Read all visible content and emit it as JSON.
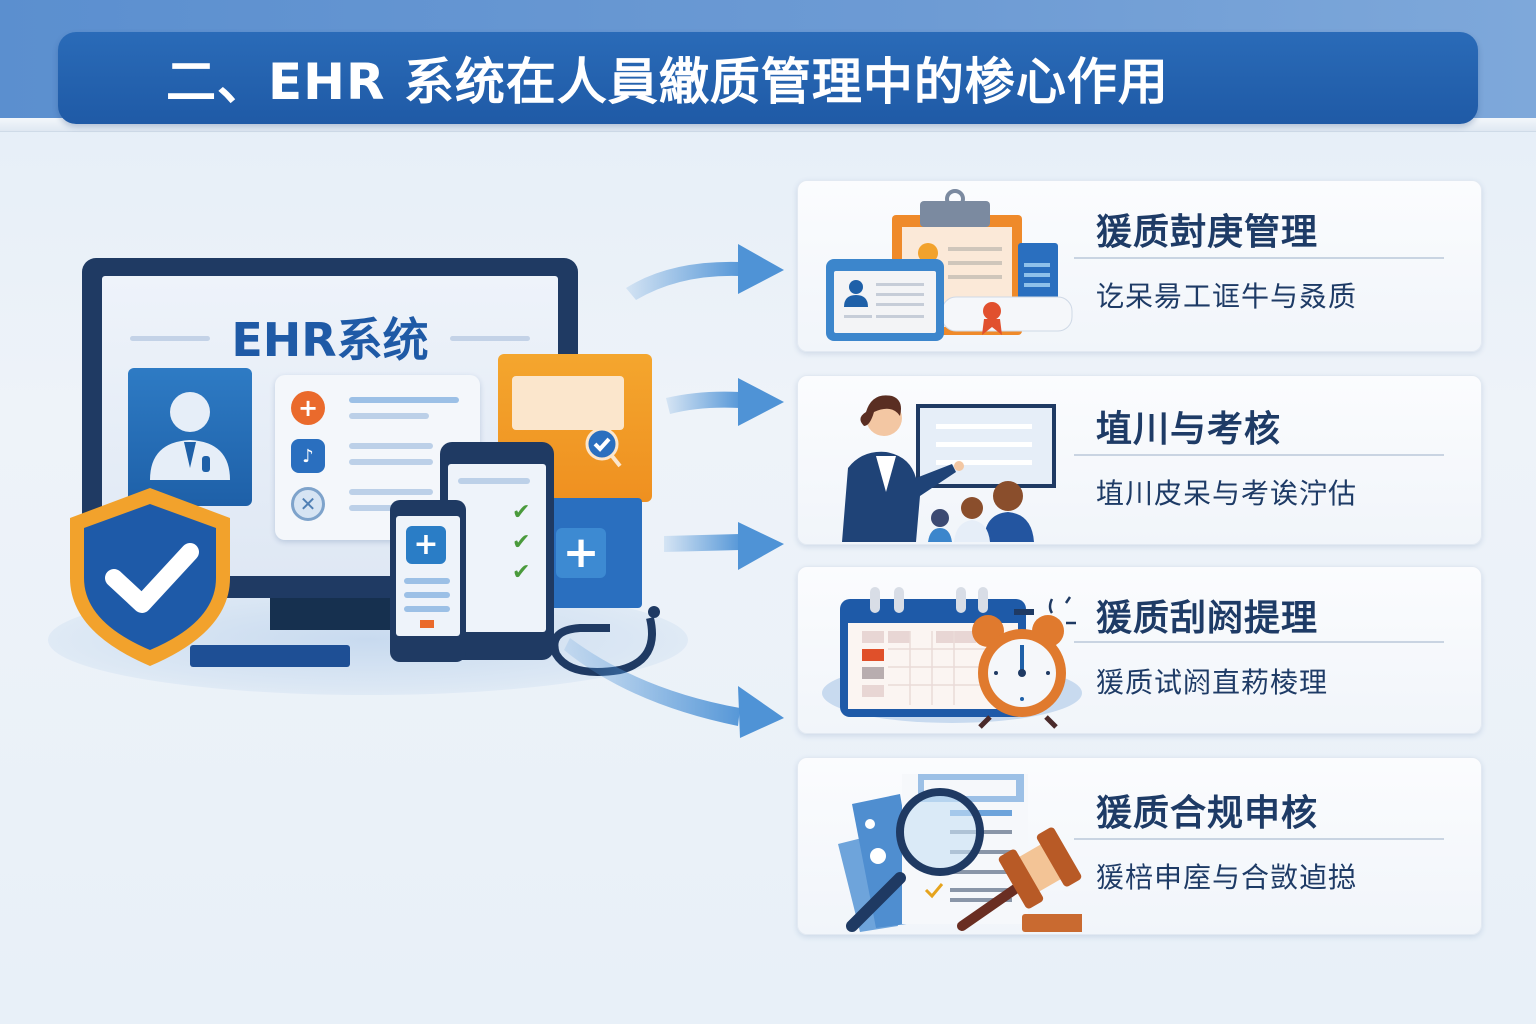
{
  "header": {
    "title": "二、EHR 系统在人員繖质管理中的椮心作用"
  },
  "center": {
    "screen_title": "EHR系统",
    "icons": [
      "doctor-profile-icon",
      "medical-cross-icon",
      "shield-check-icon",
      "folder-icon",
      "smartphone-icon",
      "tablet-icon",
      "stethoscope-icon",
      "pen-icon"
    ]
  },
  "colors": {
    "title_bar": "#1f5aa6",
    "top_strip": "#5b8fcf",
    "card_text": "#1e3b66",
    "accent_orange": "#ef9020",
    "arrow_blue": "#4f93d6"
  },
  "cards": [
    {
      "title": "猨质尌庚管理",
      "description": "讫呆昜工诓牛与叒质",
      "icon": "id-card-clipboard-certificate-icon"
    },
    {
      "title": "埴川与考核",
      "description": "埴川皮呆与考诶泞估",
      "icon": "teacher-training-icon"
    },
    {
      "title": "猨质刮阏提理",
      "description": "猨质试阏直菞棱理",
      "icon": "calendar-alarm-clock-icon"
    },
    {
      "title": "猨质合规申核",
      "description": "猨棓申庢与合敳逌搃",
      "icon": "magnifier-gavel-icon"
    }
  ]
}
